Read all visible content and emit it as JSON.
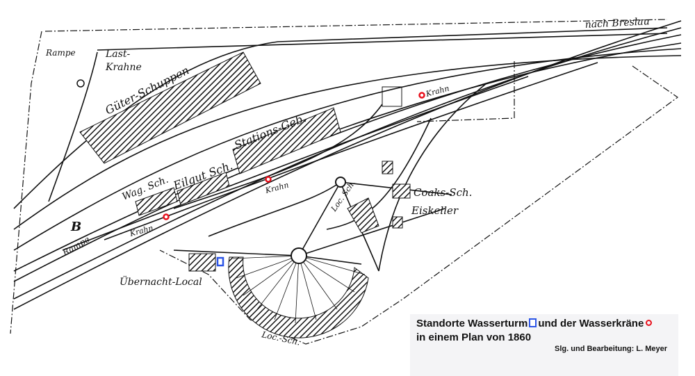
{
  "map": {
    "labels": {
      "breslau": "nach Breslau",
      "rampe_top": "Rampe",
      "last": "Last-",
      "krahne": "Krahne",
      "gueter": "Güter-Schuppen",
      "krahn_top": "Krahn",
      "stations": "Stations-Geb.",
      "eilgut": "Eilgut Sch.",
      "wag": "Wag. Sch.",
      "krahn_mid": "Krahn",
      "krahn_low": "Krahn",
      "coaks": "Coaks-Sch.",
      "loc_sch": "Loc. Sch.",
      "eiskeller": "Eiskeller",
      "rampe_low": "Rampe",
      "b": "B",
      "uebernacht": "Übernacht-Local",
      "loc_sch_bottom": "Loc.-Sch."
    },
    "colors": {
      "water_tower": "#2c55e6",
      "water_crane": "#e8101c"
    }
  },
  "legend": {
    "line1_a": "Standorte Wasserturm",
    "line1_b": "und der Wasserkräne",
    "line2": "in einem Plan von 1860",
    "credit": "Slg. und Bearbeitung: L. Meyer"
  }
}
